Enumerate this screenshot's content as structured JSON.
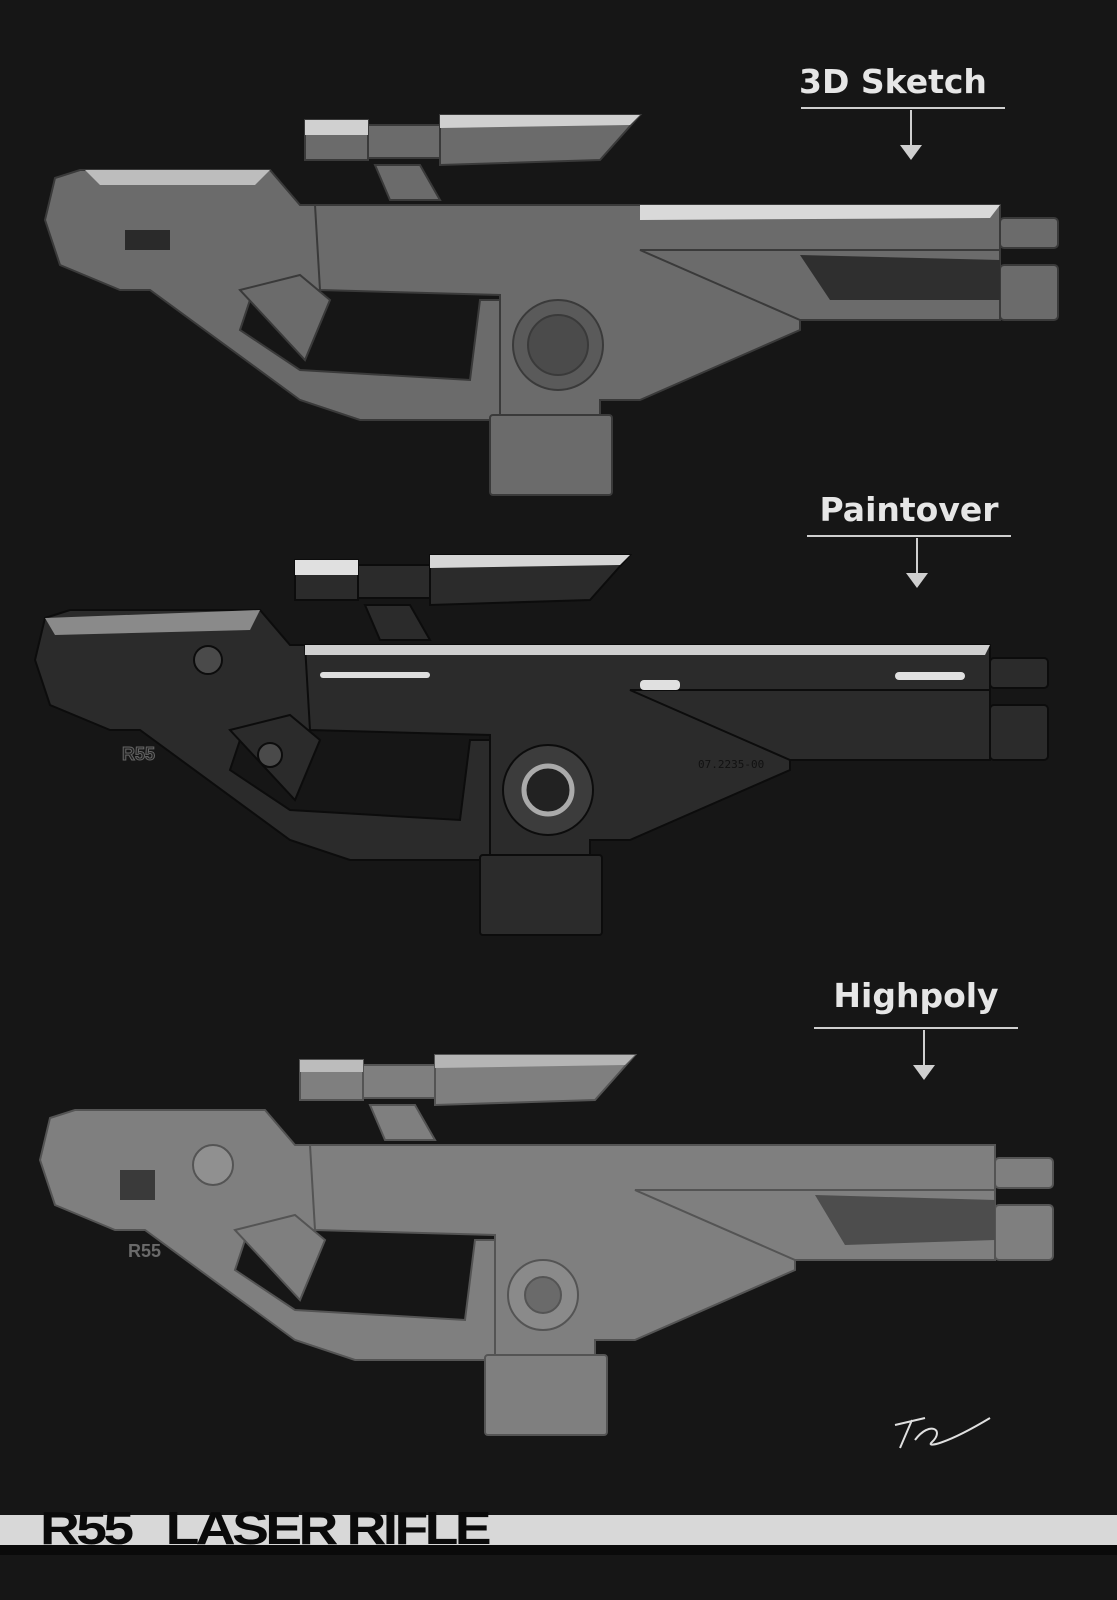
{
  "stages": [
    {
      "label": "3D Sketch"
    },
    {
      "label": "Paintover"
    },
    {
      "label": "Highpoly"
    }
  ],
  "engravings": {
    "stock_mark": "R55",
    "serial": "07.2235-00"
  },
  "title": {
    "model": "R55",
    "name": "LASER RIFLE"
  },
  "colors": {
    "background": "#161616",
    "banner": "#d8d8d8",
    "sketch": "#6b6b6b",
    "paintover": "#2b2b2b",
    "highpoly": "#7f7f7f"
  }
}
